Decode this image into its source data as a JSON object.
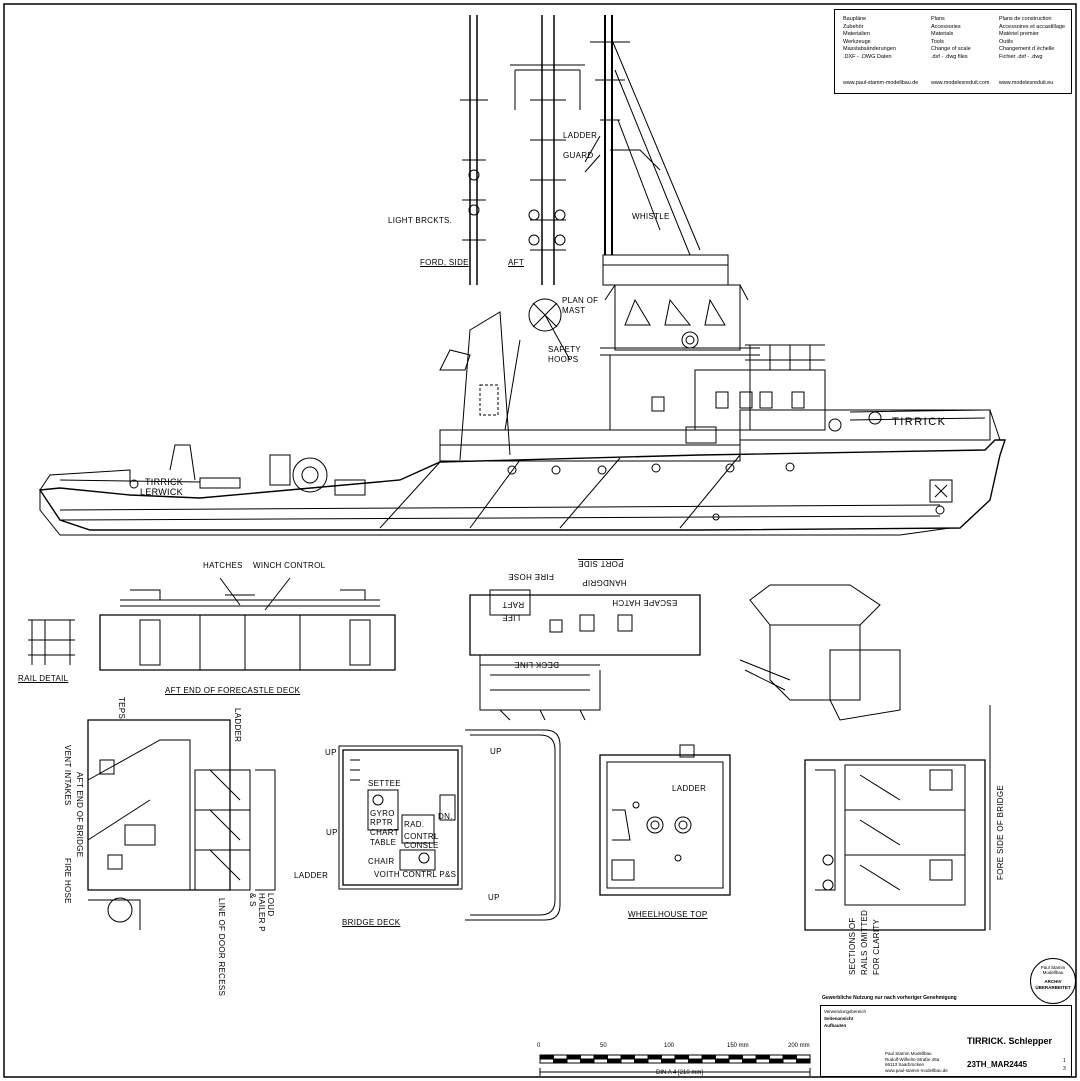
{
  "legend": {
    "col_de": [
      "Baupläne",
      "Zubehör",
      "Materialien",
      "Werkzeuge",
      "Masstabsänderungen",
      ".DXF - .DWG Daten"
    ],
    "col_en": [
      "Plans",
      "Accessories",
      "Materials",
      "Tools",
      "Change of scale",
      ".dxf - .dwg files"
    ],
    "col_fr": [
      "Plans de construction",
      "Accessoires et accastillage",
      "Matériel premier",
      "Outils",
      "Changement d´échelle",
      "Fichier .dxf - .dwg"
    ],
    "web_de": "www.paul-stamm-modellbau.de",
    "web_en": "www.modelesreduit.com",
    "web_fr": "www.modelesreduit.eu"
  },
  "labels": {
    "ladder_mast": "LADDER",
    "guard": "GUARD",
    "light_brckts": "LIGHT BRCKTS.",
    "ford_side": "FORD, SIDE",
    "aft": "AFT",
    "whistle": "WHISTLE",
    "plan_of_mast": "PLAN OF MAST",
    "safety_hoops": "SAFETY HOOPS",
    "hull_name_stern": "TIRRICK",
    "hull_port_stern": "LERWICK",
    "hull_name_bow": "TIRRICK",
    "hatches": "HATCHES",
    "winch_control": "WINCH CONTROL",
    "rail_detail": "RAIL DETAIL",
    "aft_end_forecastle": "AFT END OF FORECASTLE DECK",
    "port_side": "PORT SIDE",
    "fire_hose_top": "FIRE HOSE",
    "handgrip": "HANDGRIP",
    "escape_hatch": "ESCAPE HATCH",
    "life_raft_1": "RAFT",
    "life_raft_2": "LIFE",
    "deck_line": "DECK LINE",
    "teps": "TEPS",
    "ladder_left": "LADDER",
    "vent_intakes": "VENT INTAKES",
    "aft_end_bridge": "AFT END OF BRIDGE",
    "fire_hose_left": "FIRE HOSE",
    "loud_hailer": "LOUD HAILER P & S",
    "line_door_recess": "LINE OF DOOR RECESS",
    "up1": "UP",
    "up2": "UP",
    "up3": "UP",
    "up4": "UP",
    "settee": "SETTEE",
    "gyro": "GYRO",
    "rptr": "RPTR",
    "rad": "RAD.",
    "chart_table_1": "CHART",
    "chart_table_2": "TABLE",
    "contrl_1": "CONTRL",
    "contrl_2": "CONSLE",
    "dn": "DN.",
    "chair": "CHAIR",
    "voith": "VOITH CONTRL P&S",
    "ladder_bridge": "LADDER",
    "bridge_deck": "BRIDGE DECK",
    "ladder_wh": "LADDER",
    "wheelhouse_top": "WHEELHOUSE TOP",
    "fore_side_bridge": "FORE SIDE OF BRIDGE",
    "rails_omitted_1": "SECTIONS OF",
    "rails_omitted_2": "RAILS OMITTED",
    "rails_omitted_3": "FOR CLARITY"
  },
  "scale": {
    "ticks": [
      "0",
      "50",
      "100",
      "150 mm",
      "200 mm"
    ],
    "format": "DIN A 4 [210 mm]"
  },
  "titleblock": {
    "note": "Gewerbliche Nutzung nur nach vorheriger Genehmigung",
    "office_1": "Verwendungsbereich",
    "office_2": "Seitenansicht",
    "office_3": "Aufbauten",
    "maker_1": "Paul Stamm Modellbau",
    "maker_2": "Rudolf-Wilhelm-Straße 45a",
    "maker_3": "66113 Saarbrücken",
    "maker_4": "www.paul-stamm-modellbau.de",
    "title": "TIRRICK. Schlepper",
    "code": "23TH_MAR2445",
    "sheet": "1",
    "of": "3"
  },
  "stamp": {
    "line1": "Paul Stamm Modellbau",
    "line2": "ARCHIV",
    "line3": "ÜBERARBEITET"
  }
}
